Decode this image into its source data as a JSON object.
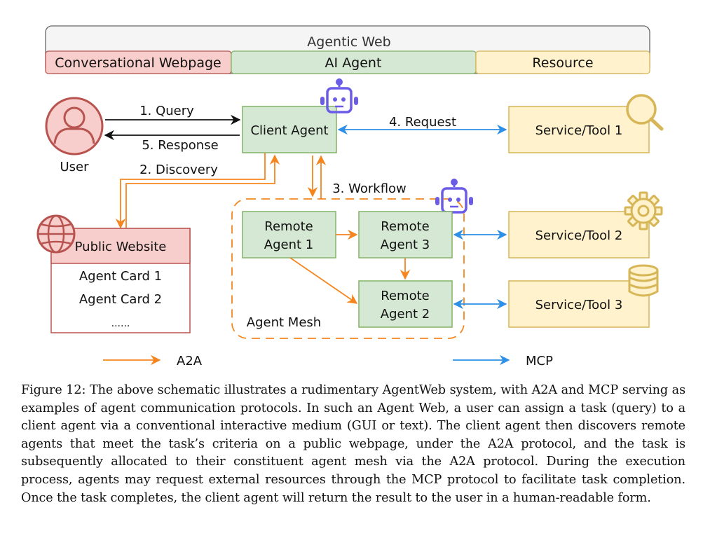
{
  "header": {
    "title": "Agentic Web",
    "sections": [
      "Conversational Webpage",
      "AI Agent",
      "Resource"
    ]
  },
  "user": {
    "label": "User"
  },
  "client_agent": {
    "label": "Client Agent"
  },
  "public_website": {
    "title": "Public Website",
    "cards": [
      "Agent Card 1",
      "Agent Card 2",
      "......"
    ]
  },
  "flows": {
    "query": "1. Query",
    "response": "5. Response",
    "discovery": "2. Discovery",
    "workflow": "3. Workflow",
    "request": "4. Request"
  },
  "mesh": {
    "label": "Agent Mesh",
    "agents": [
      {
        "line1": "Remote",
        "line2": "Agent 1"
      },
      {
        "line1": "Remote",
        "line2": "Agent 3"
      },
      {
        "line1": "Remote",
        "line2": "Agent 2"
      }
    ]
  },
  "services": [
    "Service/Tool 1",
    "Service/Tool 2",
    "Service/Tool 3"
  ],
  "legend": {
    "a2a": "A2A",
    "mcp": "MCP"
  },
  "colors": {
    "a2a": "#F5861F",
    "mcp": "#2E8FE6",
    "agent_fill": "#D5E8D4",
    "agent_stroke": "#82B366",
    "resource_fill": "#FFF2CC",
    "resource_stroke": "#D6B656",
    "web_fill": "#F8CECC",
    "web_stroke": "#B85450",
    "robot": "#6B5CE7"
  },
  "caption": "Figure 12: The above schematic illustrates a rudimentary AgentWeb system, with A2A and MCP serving as examples of agent communication protocols. In such an Agent Web, a user can assign a task (query) to a client agent via a conventional interactive medium (GUI or text). The client agent then discovers remote agents that meet the task’s criteria on a public webpage, under the A2A protocol, and the task is subsequently allocated to their constituent agent mesh via the A2A protocol. During the execution process, agents may request external resources through the MCP protocol to facilitate task completion. Once the task completes, the client agent will return the result to the user in a human-readable form."
}
